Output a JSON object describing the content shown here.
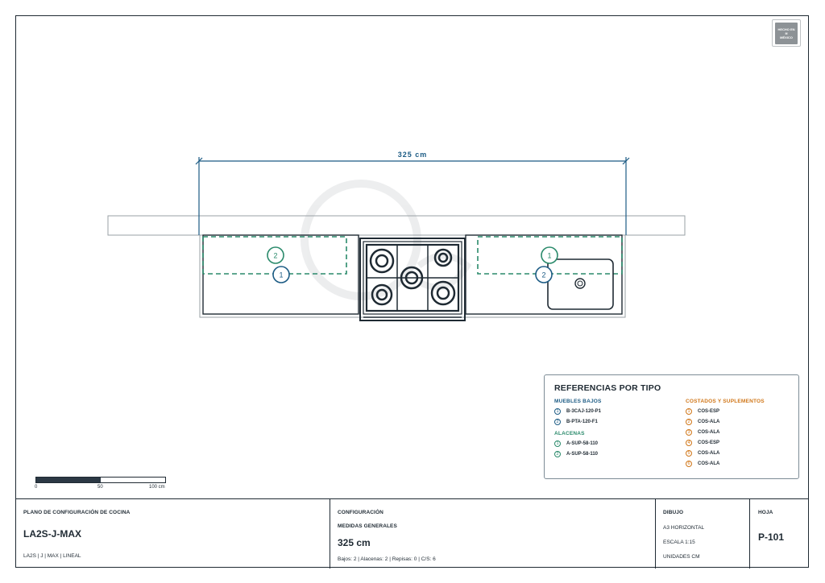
{
  "dimension": {
    "label": "325 cm"
  },
  "markers": {
    "low_left": "1",
    "upper_left": "2",
    "upper_right": "1",
    "low_right": "2"
  },
  "badge": {
    "line1": "HECHO EN",
    "line2": "MÉXICO"
  },
  "references": {
    "title": "REFERENCIAS POR TIPO",
    "muebles_bajos": {
      "heading": "MUEBLES BAJOS",
      "items": [
        {
          "num": "1",
          "code": "B-3CAJ-120-P1"
        },
        {
          "num": "2",
          "code": "B-PTA-120-F1"
        }
      ]
    },
    "alacenas": {
      "heading": "ALACENAS",
      "items": [
        {
          "num": "1",
          "code": "A-SUP-58-110"
        },
        {
          "num": "2",
          "code": "A-SUP-58-110"
        }
      ]
    },
    "costados": {
      "heading": "COSTADOS Y SUPLEMENTOS",
      "items": [
        {
          "num": "1",
          "code": "COS-ESP"
        },
        {
          "num": "2",
          "code": "COS-ALA"
        },
        {
          "num": "3",
          "code": "COS-ALA"
        },
        {
          "num": "4",
          "code": "COS-ESP"
        },
        {
          "num": "5",
          "code": "COS-ALA"
        },
        {
          "num": "6",
          "code": "COS-ALA"
        }
      ]
    }
  },
  "scale_bar": {
    "labels": [
      "0",
      "50",
      "100 cm"
    ]
  },
  "title_block": {
    "plano": {
      "heading": "PLANO DE CONFIGURACIÓN DE COCINA",
      "model": "LA2S-J-MAX",
      "details": "LA2S | J | MAX | LINEAL"
    },
    "configuracion": {
      "heading": "CONFIGURACIÓN",
      "subheading": "MEDIDAS GENERALES",
      "value": "325 cm",
      "summary": "Bajos: 2 | Alacenas: 2 | Repisas: 0 | C/S: 6"
    },
    "dibujo": {
      "heading": "DIBUJO",
      "format": "A3 HORIZONTAL",
      "scale": "ESCALA 1:15",
      "units": "UNIDADES CM"
    },
    "hoja": {
      "heading": "HOJA",
      "value": "P-101"
    }
  },
  "colors": {
    "blue": "#1c5b84",
    "green": "#2a8a6b",
    "orange": "#d07618",
    "ink": "#1f2a33"
  }
}
